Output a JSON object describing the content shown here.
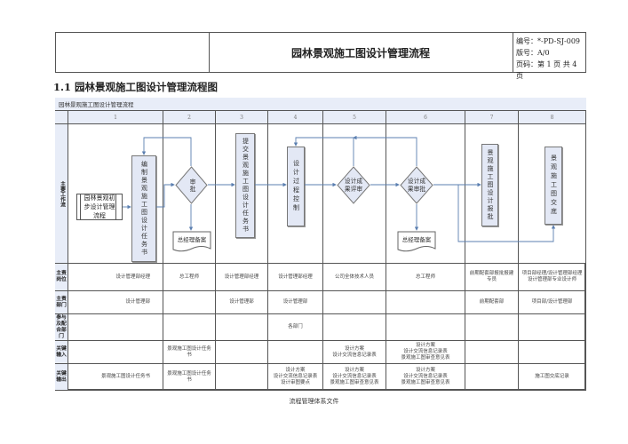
{
  "header": {
    "title": "园林景观施工图设计管理流程",
    "doc_number": "编号：*-PD-SJ-009",
    "version": "版号：A/0",
    "page": "页码：第 1 页 共 4 页"
  },
  "section_title": "1.1 园林景观施工图设计管理流程图",
  "table": {
    "title": "园林景观施工图设计管理流程",
    "columns": [
      "1",
      "2",
      "3",
      "4",
      "5",
      "6",
      "7",
      "8"
    ],
    "row_labels": {
      "flow": "主要工作流",
      "position": "主责岗位",
      "department": "主责部门",
      "participants": "参与及配合部门",
      "key_input": "关键输入",
      "key_output": "关键输出"
    },
    "position": [
      "设计管理部经理",
      "总工程师",
      "设计管理部经理",
      "设计管理部经理",
      "公司全体技术人员",
      "总工程师",
      "前期配套部报批报建专员",
      "项目部经理/设计管理部经理\n设计管理部专业设计师"
    ],
    "department": [
      "设计管理部",
      "",
      "设计管理部",
      "设计管理部",
      "",
      "",
      "前期配套部",
      "项目部/设计管理部"
    ],
    "participants": [
      "",
      "",
      "",
      "各部门",
      "",
      "",
      "",
      ""
    ],
    "key_input": [
      "",
      "景观施工图设计任务书",
      "",
      "",
      "设计方案\n设计交流信息记录表",
      "设计方案\n设计交流信息记录表\n景观施工图审查意见表",
      "",
      ""
    ],
    "key_output": [
      "景观施工图设计任务书",
      "景观施工图设计任务书",
      "",
      "设计方案\n设计交流信息记录表\n设计审图要点",
      "设计方案\n设计交流信息记录表\n景观施工图审查意见表",
      "设计方案\n设计交流信息记录表\n景观施工图审查意见表",
      "",
      "施工图交底记录"
    ]
  },
  "flow": {
    "start": "园林景观初步设计管理流程",
    "step1": "编制景观施工图设计任务书",
    "step2": "审批",
    "step2_doc": "总经理备案",
    "step3": "提交景观施工图设计任务书",
    "step4": "设计过程控制",
    "step5": "设计成果评审",
    "step6": "设计成果审批",
    "step6_doc": "总经理备案",
    "step7": "景观施工图设计报批",
    "step8": "景观施工图交底",
    "line_color": "#5b7fb0",
    "shape_fill": "#e3e8f5"
  },
  "footer": "流程管理体系文件"
}
